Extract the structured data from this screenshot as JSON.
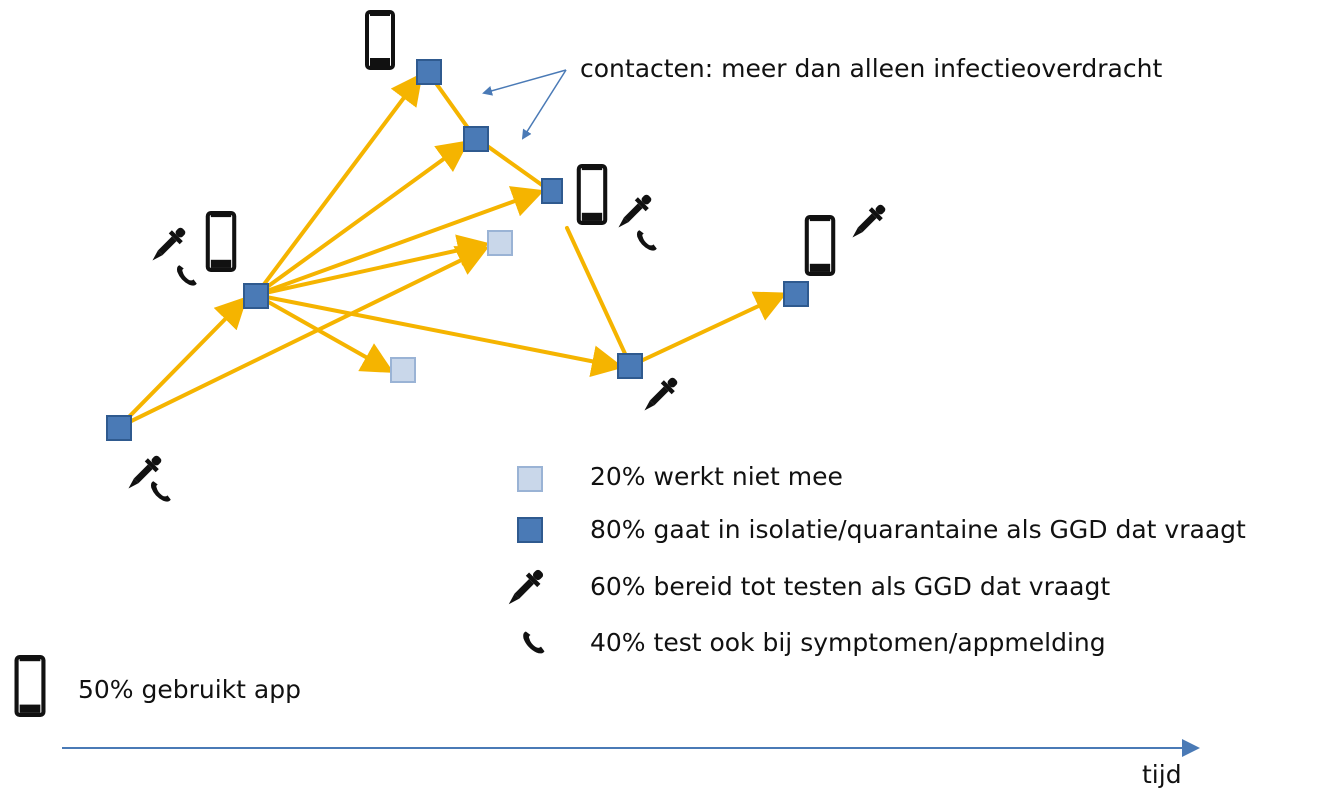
{
  "callout": {
    "text": "contacten: meer dan alleen infectieoverdracht"
  },
  "legend": {
    "items": [
      {
        "icon": "light-square-icon",
        "text": "20% werkt niet mee"
      },
      {
        "icon": "dark-square-icon",
        "text": "80% gaat in isolatie/quarantaine als GGD dat vraagt"
      },
      {
        "icon": "pipette-icon",
        "text": "60% bereid tot testen als GGD dat vraagt"
      },
      {
        "icon": "phone-handset-icon",
        "text": "40% test ook bij symptomen/appmelding"
      }
    ],
    "app": {
      "icon": "smartphone-icon",
      "text": "50% gebruikt app"
    }
  },
  "axis": {
    "label": "tijd"
  },
  "colors": {
    "edge": "#F5B400",
    "node_dark": "#4A7AB6",
    "node_dark_stroke": "#2F5A8F",
    "node_light": "#C9D7EA",
    "node_light_stroke": "#9AB3D5",
    "callout_arrow": "#4A7AB6",
    "icon": "#111111"
  }
}
